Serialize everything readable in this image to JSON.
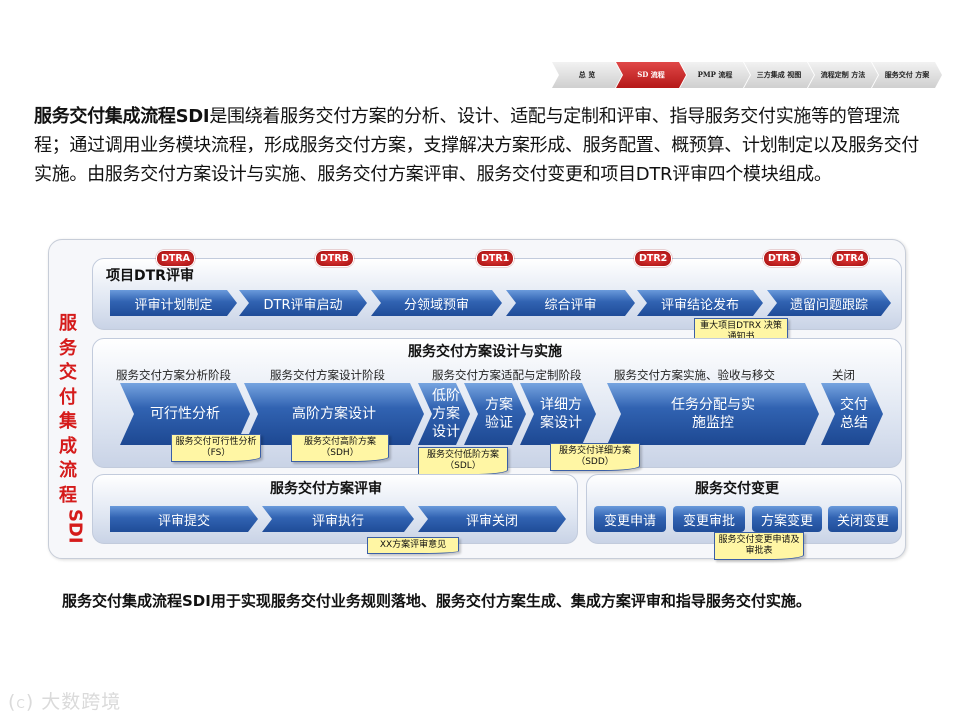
{
  "nav": {
    "steps": [
      {
        "label": "总 览"
      },
      {
        "label": "SD 流程"
      },
      {
        "label": "PMP 流程"
      },
      {
        "label": "三方集成 视图"
      },
      {
        "label": "流程定制 方法"
      },
      {
        "label": "服务交付 方案"
      }
    ],
    "active_index": 1
  },
  "intro": {
    "bold": "服务交付集成流程SDI",
    "text": "是围绕着服务交付方案的分析、设计、适配与定制和评审、指导服务交付实施等的管理流程；通过调用业务模块流程，形成服务交付方案，支撑解决方案形成、服务配置、概预算、计划制定以及服务交付实施。由服务交付方案设计与实施、服务交付方案评审、服务交付变更和项目DTR评审四个模块组成。"
  },
  "diagram": {
    "vertical_title": "服务交付集成流程",
    "vertical_title_latin": "SDI",
    "dtr_markers": [
      "DTRA",
      "DTRB",
      "DTR1",
      "DTR2",
      "DTR3",
      "DTR4"
    ],
    "dtr_panel": {
      "title": "项目DTR评审",
      "steps": [
        "评审计划制定",
        "DTR评审启动",
        "分领域预审",
        "综合评审",
        "评审结论发布",
        "遗留问题跟踪"
      ],
      "note": "重大项目DTRX 决策通知书"
    },
    "design_panel": {
      "title": "服务交付方案设计与实施",
      "phases": [
        "服务交付方案分析阶段",
        "服务交付方案设计阶段",
        "服务交付方案适配与定制阶段",
        "服务交付方案实施、验收与移交",
        "关闭"
      ],
      "steps": [
        "可行性分析",
        "高阶方案设计",
        "低阶方案设计",
        "方案验证",
        "详细方案设计",
        "任务分配与实施监控",
        "交付总结"
      ],
      "notes": [
        "服务交付可行性分析（FS）",
        "服务交付高阶方案（SDH）",
        "服务交付低阶方案（SDL）",
        "服务交付详细方案（SDD）"
      ]
    },
    "review_panel": {
      "title": "服务交付方案评审",
      "steps": [
        "评审提交",
        "评审执行",
        "评审关闭"
      ],
      "note": "XX方案评审意见"
    },
    "change_panel": {
      "title": "服务交付变更",
      "steps": [
        "变更申请",
        "变更审批",
        "方案变更",
        "关闭变更"
      ],
      "note": "服务交付变更申请及审批表"
    }
  },
  "summary": "服务交付集成流程SDI用于实现服务交付业务规则落地、服务交付方案生成、集成方案评审和指导服务交付实施。",
  "watermark": "大数跨境",
  "colors": {
    "accent_red": "#d51b1b",
    "process_blue": "#2d5fae",
    "note_yellow": "#fff6a4"
  }
}
